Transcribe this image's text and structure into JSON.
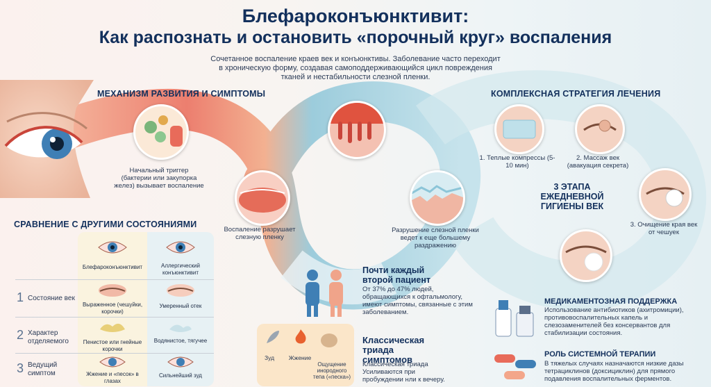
{
  "title": {
    "line1": "Блефароконъюнктивит:",
    "line2": "Как распознать и остановить «порочный круг» воспаления"
  },
  "intro": "Сочетанное воспаление краев век и конъюнктивы. Заболевание часто переходит в хроническую форму, создавая самоподдерживающийся цикл повреждения тканей и нестабильности слезной пленки.",
  "mechanism": {
    "heading": "МЕХАНИЗМ РАЗВИТИЯ И СИМПТОМЫ",
    "step1": "Начальный триггер (бактерии или закупорка желез) вызывает воспаление",
    "step2": "Воспаление разрушает слезную пленку",
    "step3": "Разрушение слезной пленки ведет к еще большему раздражению"
  },
  "treatment": {
    "heading": "КОМПЛЕКСНАЯ СТРАТЕГИЯ ЛЕЧЕНИЯ",
    "center": "3 ЭТАПА ЕЖЕДНЕВНОЙ ГИГИЕНЫ ВЕК",
    "step1": "1. Теплые компрессы (5-10 мин)",
    "step2": "2. Массаж век (авакуация секрета)",
    "step3": "3. Очищение края век от чешуек"
  },
  "comparison": {
    "heading": "СРАВНЕНИЕ С ДРУГИМИ СОСТОЯНИЯМИ",
    "col1": "Блефароконъюнктивит",
    "col2": "Аллергический конъюнктивит",
    "rows": [
      {
        "num": "1",
        "label": "Состояние век",
        "a": "Выраженное (чешуйки, корочки)",
        "b": "Умеренный отек"
      },
      {
        "num": "2",
        "label": "Характер отделяемого",
        "a": "Пенистое или гнейные корочки",
        "b": "Водянистое, тягучее"
      },
      {
        "num": "3",
        "label": "Ведущий симптом",
        "a": "Жжение и «песок» в глазах",
        "b": "Сильнейший зуд"
      }
    ]
  },
  "patients": {
    "heading": "Почти каждый второй пациент",
    "body": "От 37% до 47% людей, обращающихся к офтальмологу, имеют симптомы, связанные с этим заболеванием."
  },
  "triad": {
    "heading": "Классическая триада симптомов",
    "body": "Классическая триада Усиливаются при пробуждении нли к вечеру.",
    "itch": "Зуд",
    "burn": "Жжение",
    "foreign": "Ощущение инородного тепа («песка»)"
  },
  "medication": {
    "heading": "МЕДИКАМЕНТОЗНАЯ ПОДДЕРЖКА",
    "body": "Использование антибиотиков (ахитромиции), противовоспалительных капель и слезозаменителей без консервантов для стабилизации состояния."
  },
  "systemic": {
    "heading": "РОЛЬ СИСТЕМНОЙ ТЕРАПИИ",
    "body": "В тяжелых случаях назначаются низкие дазы тетрациклинов (доксициклин) для прямого подавления воспалительных ферментов."
  },
  "colors": {
    "title": "#13305c",
    "warm": "#e0533f",
    "cool": "#5fa9c4",
    "table_warm": "#faf3df",
    "table_cool": "#e7f1f4"
  }
}
